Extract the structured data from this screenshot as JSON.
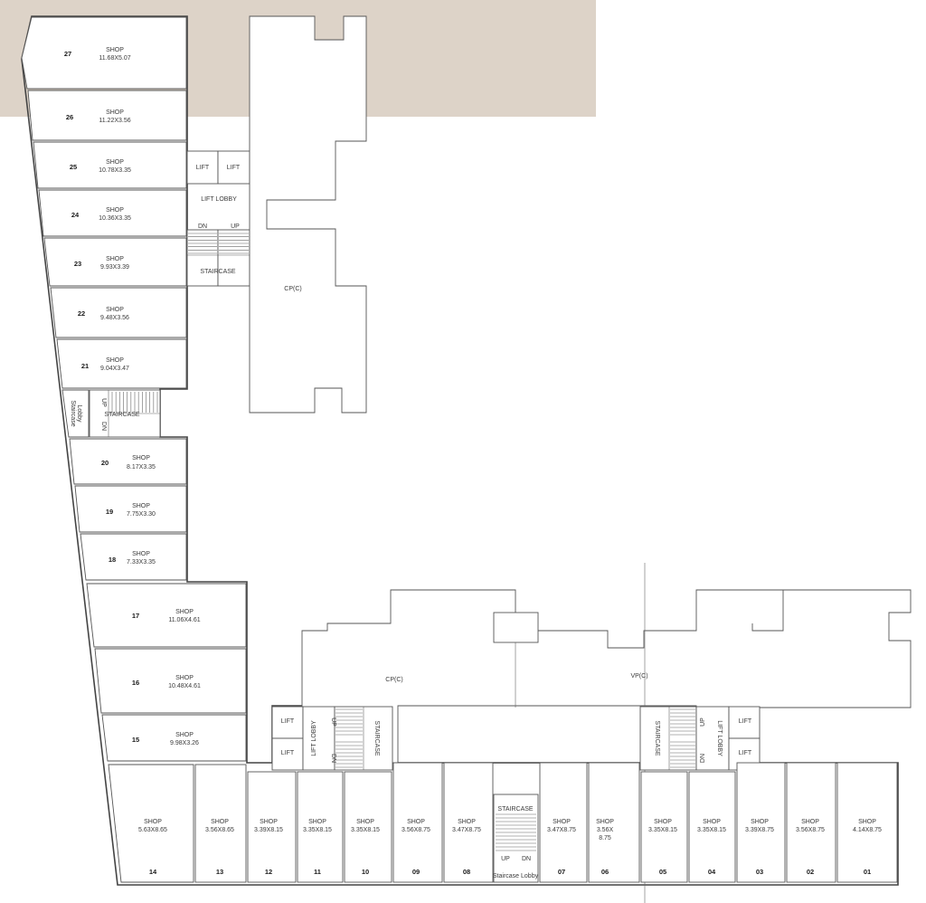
{
  "colors": {
    "background": "#ffffff",
    "upper_zone": "#ddd3c8",
    "line": "#555555"
  },
  "shops": [
    {
      "no": "27",
      "label": "SHOP",
      "size": "11.68X5.07"
    },
    {
      "no": "26",
      "label": "SHOP",
      "size": "11.22X3.56"
    },
    {
      "no": "25",
      "label": "SHOP",
      "size": "10.78X3.35"
    },
    {
      "no": "24",
      "label": "SHOP",
      "size": "10.36X3.35"
    },
    {
      "no": "23",
      "label": "SHOP",
      "size": "9.93X3.39"
    },
    {
      "no": "22",
      "label": "SHOP",
      "size": "9.48X3.56"
    },
    {
      "no": "21",
      "label": "SHOP",
      "size": "9.04X3.47"
    },
    {
      "no": "20",
      "label": "SHOP",
      "size": "8.17X3.35"
    },
    {
      "no": "19",
      "label": "SHOP",
      "size": "7.75X3.30"
    },
    {
      "no": "18",
      "label": "SHOP",
      "size": "7.33X3.35"
    },
    {
      "no": "17",
      "label": "SHOP",
      "size": "11.06X4.61"
    },
    {
      "no": "16",
      "label": "SHOP",
      "size": "10.48X4.61"
    },
    {
      "no": "15",
      "label": "SHOP",
      "size": "9.98X3.26"
    },
    {
      "no": "14",
      "label": "SHOP",
      "size": "5.63X8.65"
    },
    {
      "no": "13",
      "label": "SHOP",
      "size": "3.56X8.65"
    },
    {
      "no": "12",
      "label": "SHOP",
      "size": "3.39X8.15"
    },
    {
      "no": "11",
      "label": "SHOP",
      "size": "3.35X8.15"
    },
    {
      "no": "10",
      "label": "SHOP",
      "size": "3.35X8.15"
    },
    {
      "no": "09",
      "label": "SHOP",
      "size": "3.56X8.75"
    },
    {
      "no": "08",
      "label": "SHOP",
      "size": "3.47X8.75"
    },
    {
      "no": "07",
      "label": "SHOP",
      "size": "3.47X8.75"
    },
    {
      "no": "06",
      "label": "SHOP",
      "size": "3.56X",
      "size2": "8.75"
    },
    {
      "no": "05",
      "label": "SHOP",
      "size": "3.35X8.15"
    },
    {
      "no": "04",
      "label": "SHOP",
      "size": "3.35X8.15"
    },
    {
      "no": "03",
      "label": "SHOP",
      "size": "3.39X8.75"
    },
    {
      "no": "02",
      "label": "SHOP",
      "size": "3.56X8.75"
    },
    {
      "no": "01",
      "label": "SHOP",
      "size": "4.14X8.75"
    }
  ],
  "labels": {
    "lift": "LIFT",
    "lift_lobby": "LIFT LOBBY",
    "staircase": "STAIRCASE",
    "staircase_lobby": "Staircase Lobby",
    "staircase_lobby_line1": "Staircase",
    "staircase_lobby_line2": "Lobby",
    "up": "UP",
    "dn": "DN",
    "cp": "CP(C)",
    "vp": "VP(C)"
  }
}
